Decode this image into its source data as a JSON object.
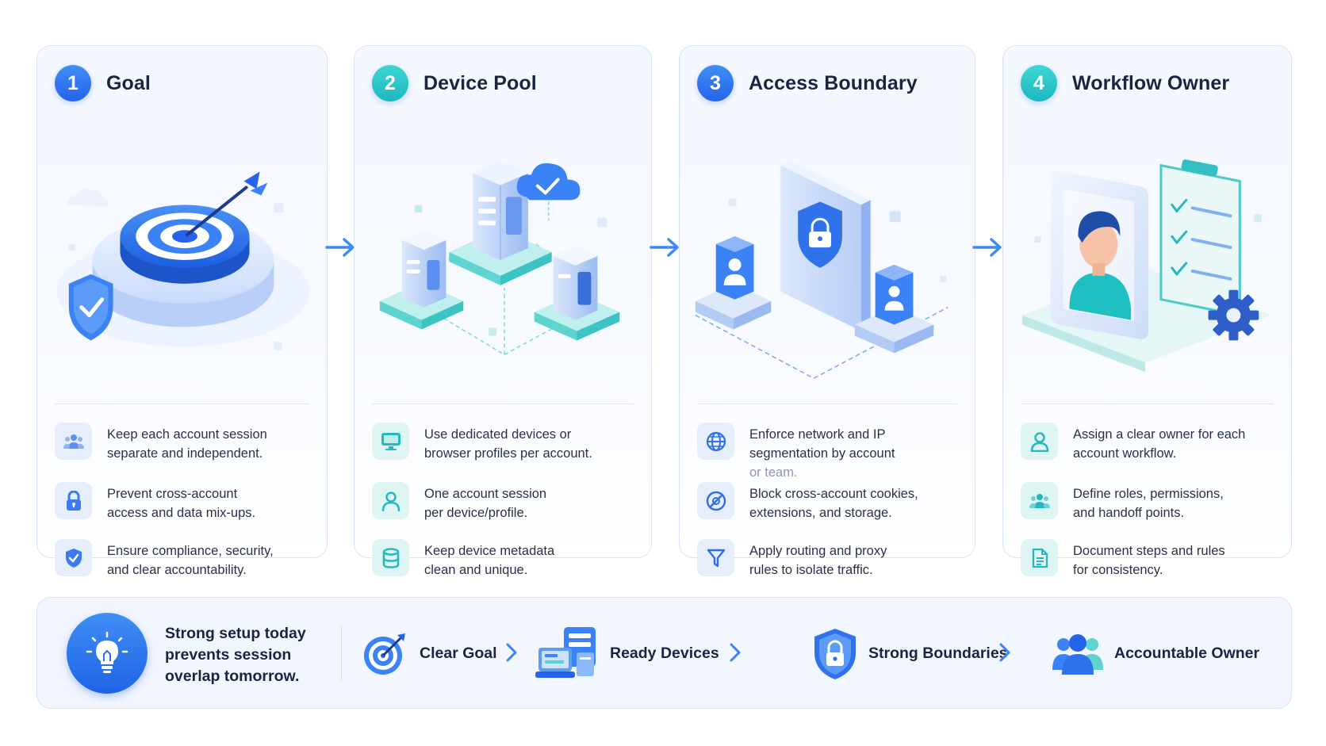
{
  "cards": [
    {
      "number": "1",
      "title": "Goal",
      "items": [
        {
          "icon": "users-icon",
          "text": "Keep each account session\nseparate and independent."
        },
        {
          "icon": "lock-icon",
          "text": "Prevent cross-account\naccess and data mix-ups."
        },
        {
          "icon": "shield-check-icon",
          "text": "Ensure compliance, security,\nand clear accountability."
        }
      ]
    },
    {
      "number": "2",
      "title": "Device Pool",
      "items": [
        {
          "icon": "monitor-icon",
          "text": "Use dedicated devices or\nbrowser profiles per account."
        },
        {
          "icon": "user-icon",
          "text": "One account session\nper device/profile."
        },
        {
          "icon": "database-icon",
          "text": "Keep device metadata\nclean and unique."
        }
      ]
    },
    {
      "number": "3",
      "title": "Access Boundary",
      "items": [
        {
          "icon": "globe-icon",
          "text_main": "Enforce network and IP\nsegmentation by account",
          "text_faded": "or team."
        },
        {
          "icon": "block-icon",
          "text": "Block cross-account cookies,\nextensions, and storage."
        },
        {
          "icon": "filter-icon",
          "text": "Apply routing and proxy\nrules to isolate traffic."
        }
      ]
    },
    {
      "number": "4",
      "title": "Workflow Owner",
      "items": [
        {
          "icon": "user-icon",
          "text": "Assign a clear owner for each\naccount workflow."
        },
        {
          "icon": "team-icon",
          "text": "Define roles, permissions,\nand handoff points."
        },
        {
          "icon": "document-icon",
          "text": "Document steps and rules\nfor consistency."
        }
      ]
    }
  ],
  "banner": {
    "tagline": "Strong setup today\nprevents session\noverlap tomorrow.",
    "steps": [
      {
        "icon": "target-icon",
        "label": "Clear Goal"
      },
      {
        "icon": "devices-icon",
        "label": "Ready Devices"
      },
      {
        "icon": "shield-lock-icon",
        "label": "Strong Boundaries"
      },
      {
        "icon": "team-icon",
        "label": "Accountable Owner"
      }
    ]
  },
  "colors": {
    "primary_blue": "#2563eb",
    "teal": "#1cb8c0",
    "card_border": "#d7e4f7",
    "text_dark": "#1b2540"
  }
}
